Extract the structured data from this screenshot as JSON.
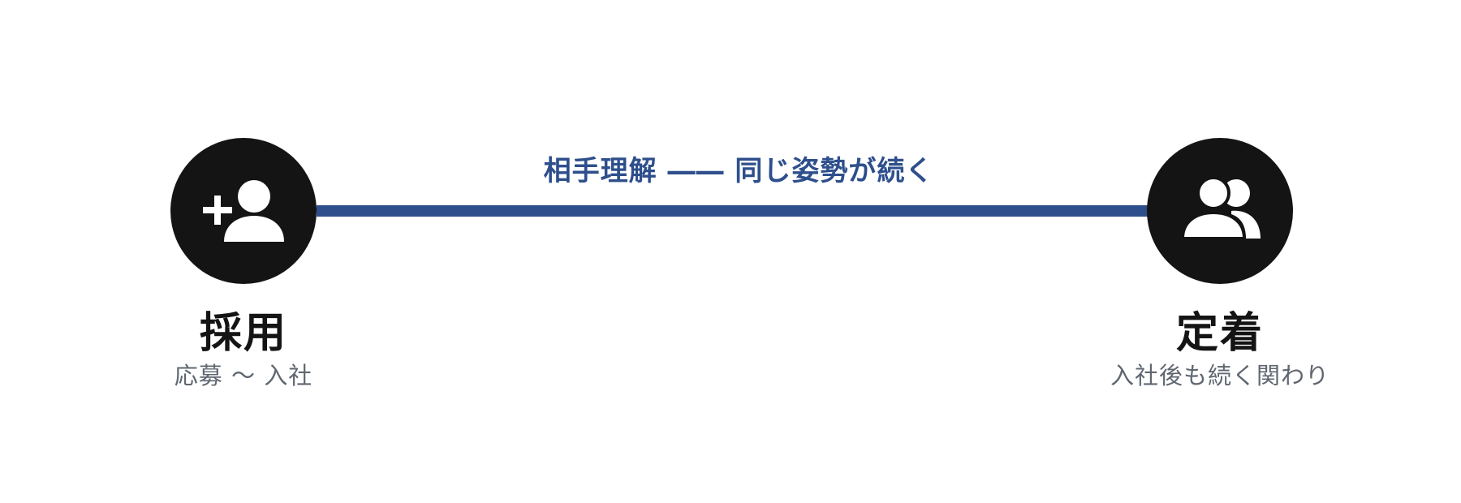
{
  "diagram": {
    "connector": {
      "label": "相手理解 ―― 同じ姿勢が続く",
      "color": "#2e4f8c"
    },
    "nodes": [
      {
        "title": "採用",
        "subtitle": "応募 〜 入社",
        "icon": "person-add-icon"
      },
      {
        "title": "定着",
        "subtitle": "入社後も続く関わり",
        "icon": "group-icon"
      }
    ],
    "colors": {
      "node_fill": "#141414",
      "icon": "#ffffff",
      "subtitle": "#5f6670"
    }
  }
}
